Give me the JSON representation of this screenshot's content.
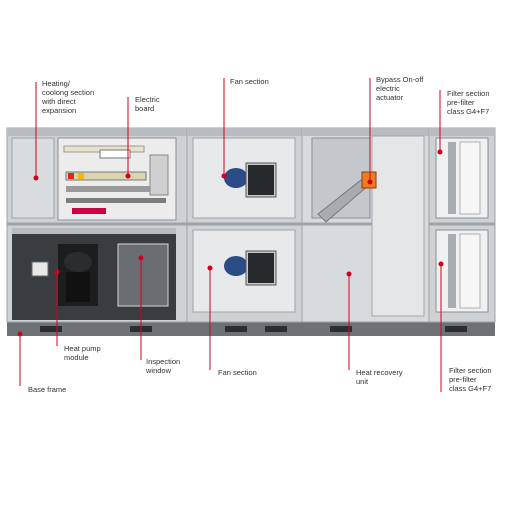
{
  "colors": {
    "leader": "#d0021b",
    "housing": "#cfd2d5",
    "housing_dark": "#9ea3a8",
    "frame": "#6d7277",
    "label_text": "#333333"
  },
  "labels": {
    "heating_cooling": "Heating/\ncoolong section\nwith direct\nexpansion",
    "electric_board": "Electric\nboard",
    "fan_section_top": "Fan section",
    "bypass": "Bypass On-off\nelectric\nactuator",
    "filter_top": "Filter section\npre-filter\nclass G4+F7",
    "heat_pump": "Heat pump\nmodule",
    "inspection_window": "Inspection\nwindow",
    "fan_section_bottom": "Fan section",
    "heat_recovery": "Heat recovery\nunit",
    "filter_bottom": "Filter section\npre-filter\nclass G4+F7",
    "base_frame": "Base frame"
  },
  "icons": [
    "fan-motor-icon",
    "compressor-icon",
    "electric-board-icon",
    "bypass-actuator-icon",
    "filter-icon"
  ]
}
